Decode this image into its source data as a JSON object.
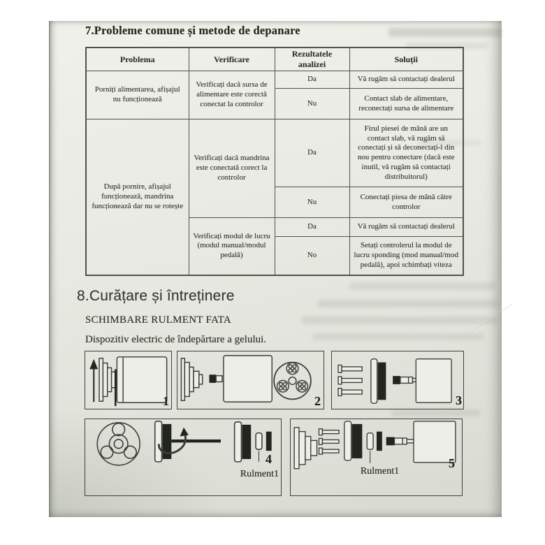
{
  "page": {
    "section7": {
      "title": "7.Probleme comune și metode de depanare"
    },
    "table": {
      "columns": [
        "Problema",
        "Verificare",
        "Rezultatele analizei",
        "Soluții"
      ],
      "problems": [
        "Porniți alimentarea, afișajul nu funcționează",
        "După pornire, afișajul funcționează, mandrina funcționează dar nu se rotește"
      ],
      "checks": [
        "Verificați dacă sursa de alimentare este corectă conectat la controlor",
        "Verificați dacă mandrina este conectată corect la controlor",
        "Verificați modul de lucru (modul manual/modul pedală)"
      ],
      "rows": [
        {
          "result": "Da",
          "solution": "Vă rugăm să contactați dealerul"
        },
        {
          "result": "Nu",
          "solution": "Contact slab de alimentare, reconectați sursa de alimentare"
        },
        {
          "result": "Da",
          "solution": "Firul piesei de mână are un contact slab, vă rugăm să conectați și să deconectați-l din nou pentru conectare (dacă este inutil, vă rugăm să contactați distribuitorul)"
        },
        {
          "result": "Nu",
          "solution": "Conectați piesa de mână către controlor"
        },
        {
          "result": "Da",
          "solution": "Vă rugăm să contactați dealerul"
        },
        {
          "result": "No",
          "solution": "Setați controlerul la modul de lucru sponding (mod manual/mod pedală), apoi schimbați viteza"
        }
      ]
    },
    "section8": {
      "title": "8.Curățare și întreținere",
      "subtitle": "SCHIMBARE RULMENT FATA",
      "description": "Dispozitiv electric de îndepărtare a gelului."
    },
    "diagrams": {
      "steps": [
        "1",
        "2",
        "3",
        "4",
        "5"
      ],
      "bearing_label": "Rulment1"
    }
  },
  "colors": {
    "paper": "#e7e9e2",
    "ink": "#2c2e28",
    "table_border": "#50534a"
  }
}
